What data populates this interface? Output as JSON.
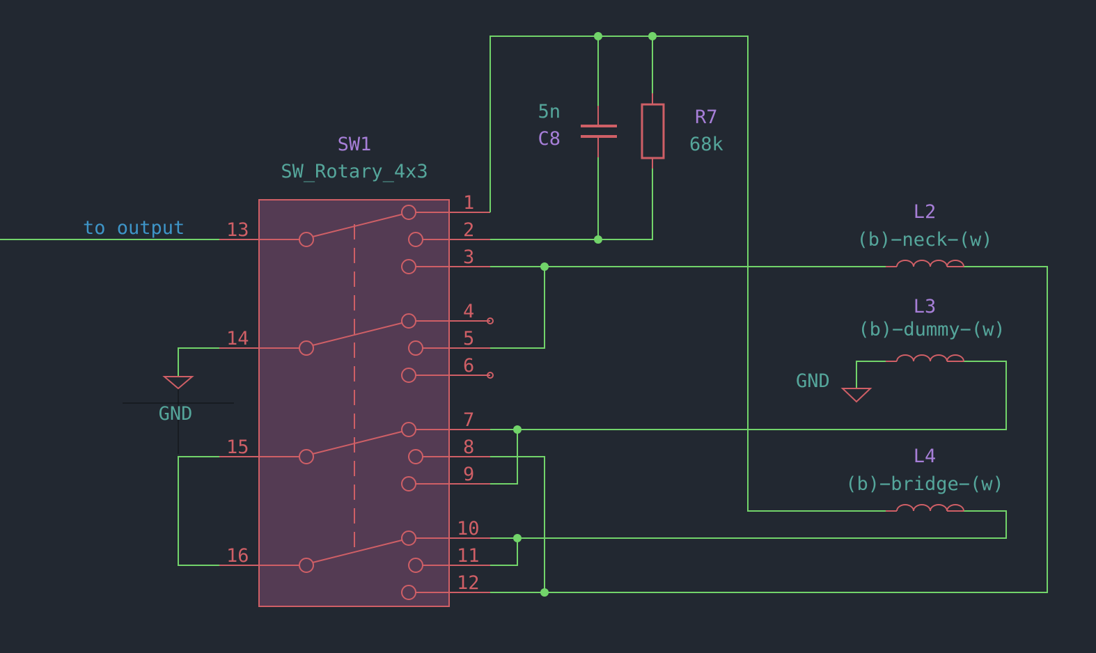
{
  "colors": {
    "background": "#222831",
    "wire": "#72d46a",
    "symbol": "#cf5f66",
    "switch_fill": "#543b53",
    "reference": "#a77fd8",
    "value": "#55a69b",
    "net_label": "#3e95c8"
  },
  "switch": {
    "reference": "SW1",
    "value": "SW_Rotary_4x3",
    "pins": [
      "1",
      "2",
      "3",
      "4",
      "5",
      "6",
      "7",
      "8",
      "9",
      "10",
      "11",
      "12",
      "13",
      "14",
      "15",
      "16"
    ]
  },
  "capacitor": {
    "reference": "C8",
    "value": "5n"
  },
  "resistor": {
    "reference": "R7",
    "value": "68k"
  },
  "inductors": [
    {
      "reference": "L2",
      "value": "(b)−neck−(w)"
    },
    {
      "reference": "L3",
      "value": "(b)−dummy−(w)"
    },
    {
      "reference": "L4",
      "value": "(b)−bridge−(w)"
    }
  ],
  "power": {
    "gnd_left": "GND",
    "gnd_right": "GND"
  },
  "net_labels": {
    "output": "to output"
  }
}
